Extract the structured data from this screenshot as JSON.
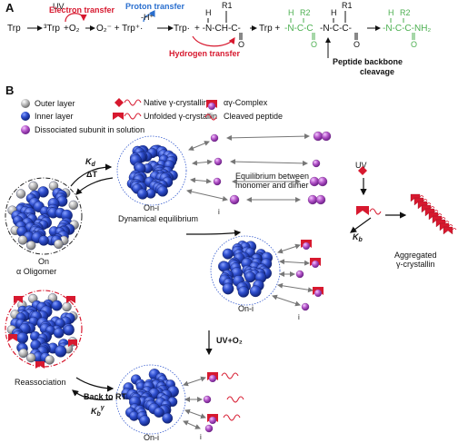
{
  "panel_a": {
    "label": "A",
    "uv": "UV",
    "trp1": "Trp",
    "trp3": "³Trp",
    "o2": "+O₂",
    "electron_transfer": "Electron transfer",
    "proton_transfer": "Proton transfer",
    "o2minus_plus_trpcation": "O₂⁻ + Trp⁺·",
    "minus_h": "-H⁺",
    "trp_radical": "Trp·",
    "r1": "R1",
    "h": "H",
    "backbone_frag": "+ -N-CH-C-",
    "o_atom": "O",
    "hydrogen_transfer": "Hydrogen transfer",
    "trp_plus": "Trp +",
    "green_h": "H",
    "green_r2": "R2",
    "green_nccfrag": "-N-C-C",
    "black_nccfrag": "-N-C-C-",
    "green_r2b": "R2",
    "green_hb": "H",
    "green_end": "-N-C-C-NH₂",
    "cleavage_label": "Peptide backbone\ncleavage"
  },
  "panel_b": {
    "label": "B",
    "legend": {
      "outer_layer": "Outer layer",
      "inner_layer": "Inner layer",
      "dissociated": "Dissociated subunit in solution",
      "native": "Native γ-crystallin",
      "unfolded": "Unfolded γ-crystallin",
      "complex": "αγ-Complex",
      "cleaved": "Cleaved peptide"
    },
    "kd": "K_d",
    "delta_t": "ΔT",
    "dynamical_equilibrium": "Dynamical equilibrium",
    "on": "On",
    "alpha_oligomer": "α Oligomer",
    "equilibrium_text": "Equilibrium between\nmonomer and dimer",
    "on_i": "On-i",
    "i": "i",
    "uv": "UV",
    "kb": "K_b",
    "aggregated": "Aggregated\nγ-crystallin",
    "uv_o2": "UV+O₂",
    "reassociation": "Reassociation",
    "back_to_rt": "Back to RT",
    "kb_gamma": "K_b^γ"
  },
  "colors": {
    "outer": "#b8b8b8",
    "inner": "#2c49b8",
    "dissociated": "#b455c9",
    "red": "#d7192f",
    "green": "#4caf50",
    "blue": "#2a6fcf"
  }
}
